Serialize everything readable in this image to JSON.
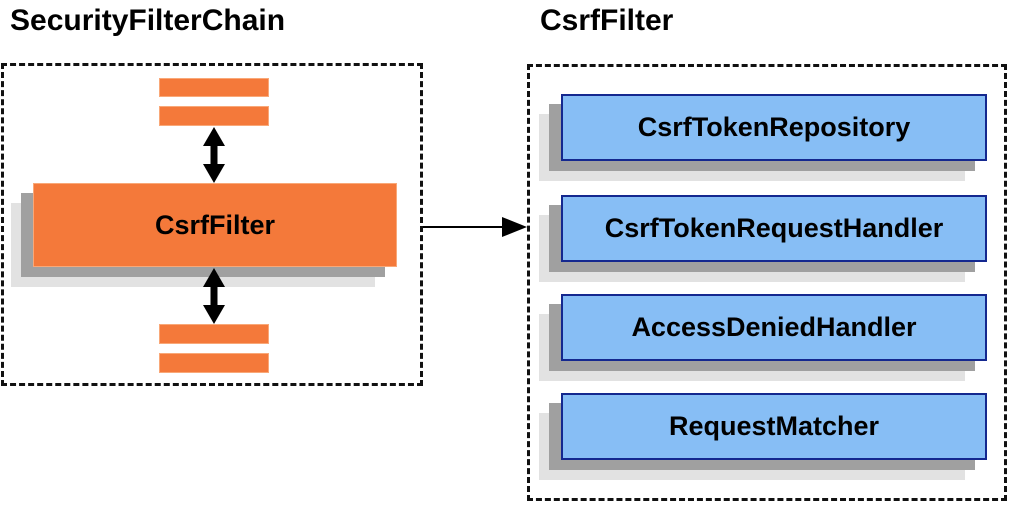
{
  "diagram": {
    "left_panel": {
      "title": "SecurityFilterChain",
      "filter_box_label": "CsrfFilter",
      "other_filters_note": "unnamed filter placeholder bars above and below CsrfFilter"
    },
    "right_panel": {
      "title": "CsrfFilter",
      "components": [
        "CsrfTokenRepository",
        "CsrfTokenRequestHandler",
        "AccessDeniedHandler",
        "RequestMatcher"
      ]
    }
  },
  "colors": {
    "orange": "#f4793a",
    "orange-border": "#f9a878",
    "blue": "#87bef5",
    "blue-border": "#14288f",
    "shadow-dark": "#a0a0a0",
    "shadow-light": "#e2e2e2",
    "ink": "#000000"
  }
}
